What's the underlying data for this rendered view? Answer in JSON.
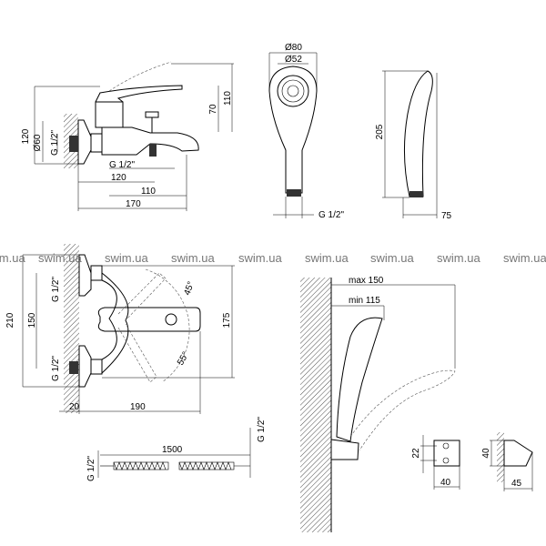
{
  "watermark": "swim.ua",
  "mixer_side": {
    "h120": "120",
    "d60": "Ø60",
    "g_left": "G 1/2\"",
    "h70": "70",
    "h110": "110",
    "g_bottom": "G 1/2\"",
    "w120": "120",
    "w110": "110",
    "w170": "170"
  },
  "shower_front": {
    "d80": "Ø80",
    "d52": "Ø52",
    "g": "G 1/2\""
  },
  "shower_side": {
    "h205": "205",
    "w75": "75"
  },
  "mixer_top": {
    "h210": "210",
    "h150": "150",
    "h175": "175",
    "g_top": "G 1/2\"",
    "g_bottom": "G 1/2\"",
    "a45": "45°",
    "a55": "55°",
    "w20": "20",
    "w190": "190"
  },
  "hose": {
    "len": "1500",
    "g_left": "G 1/2\"",
    "g_right": "G 1/2\""
  },
  "holder": {
    "max": "max 150",
    "min": "min 115",
    "h22": "22",
    "w40": "40",
    "h40": "40",
    "w45": "45"
  }
}
